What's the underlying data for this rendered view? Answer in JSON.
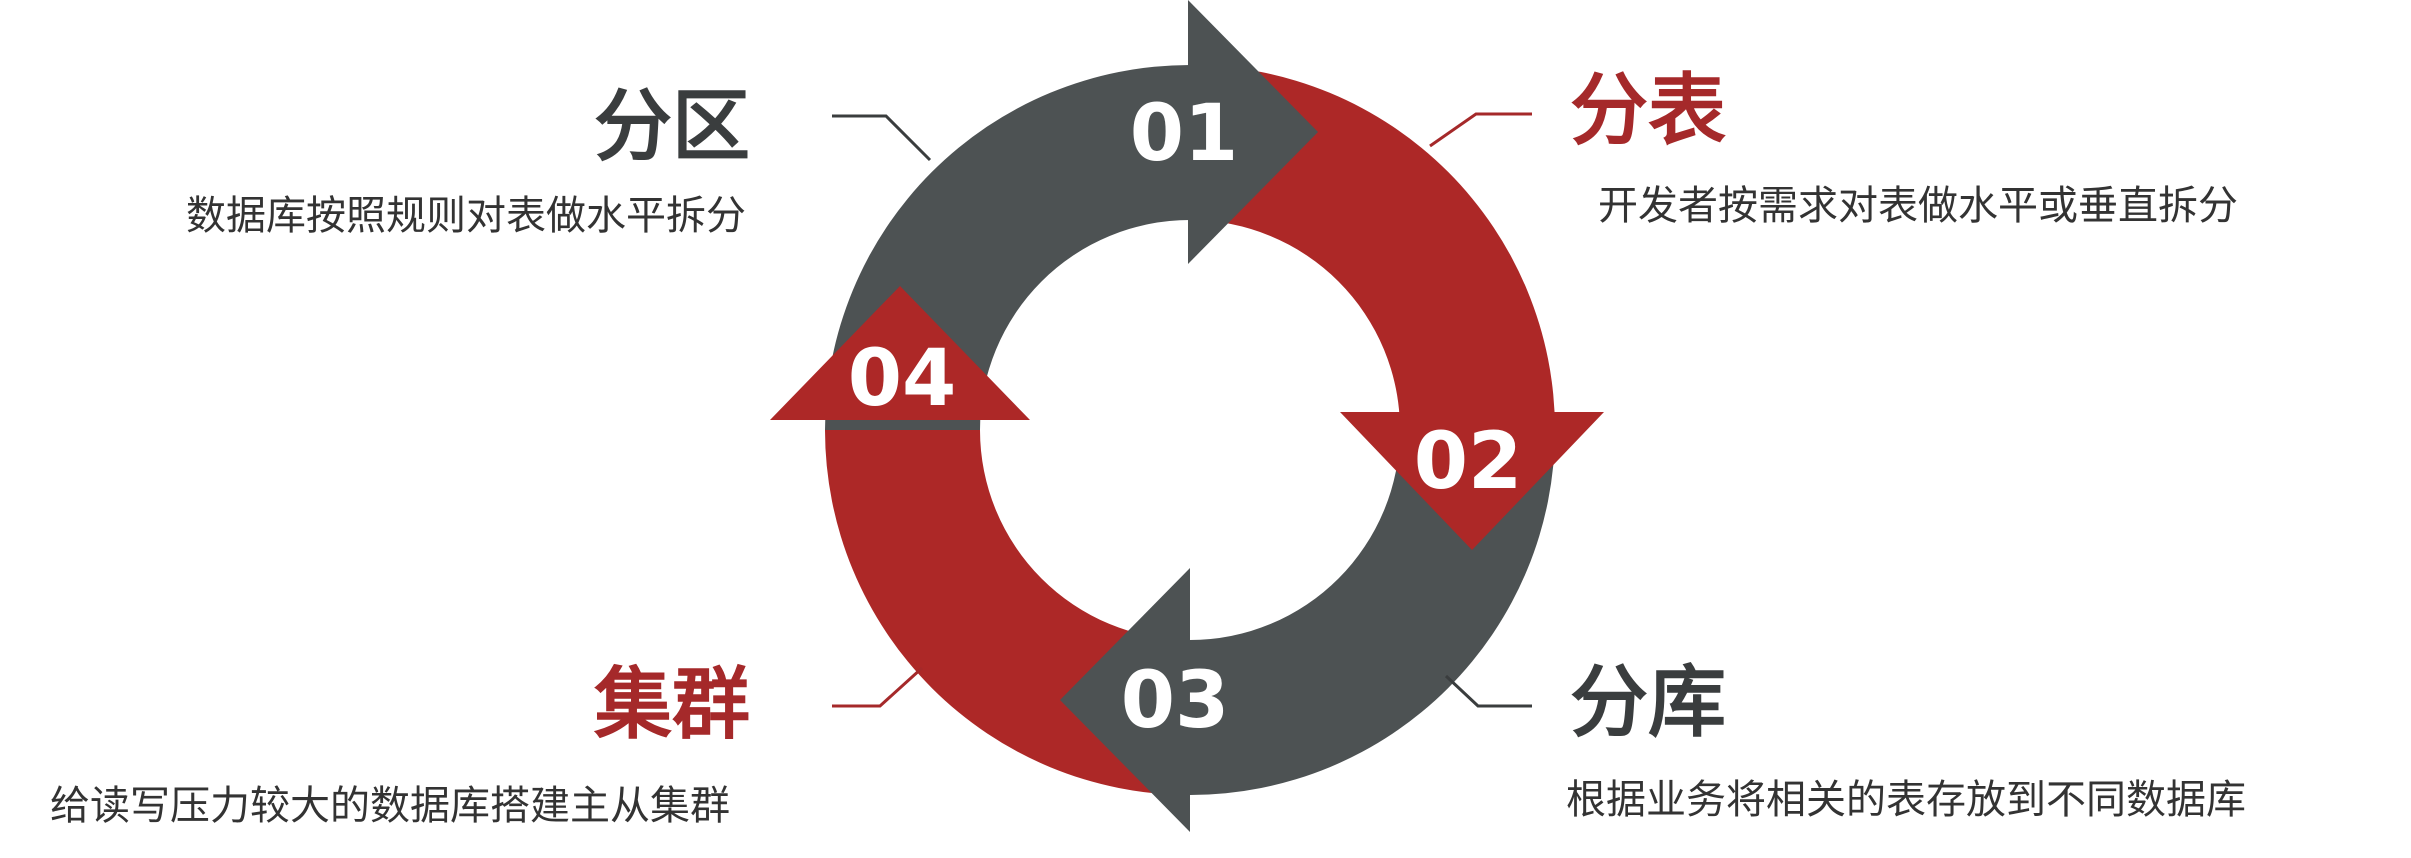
{
  "colors": {
    "red": "#ad2827",
    "dark": "#4d5253",
    "title_dark": "#3a3d3e",
    "title_red": "#a5292a",
    "text": "#333333"
  },
  "steps": [
    {
      "number": "01",
      "title": "分区",
      "desc": "数据库按照规则对表做水平拆分",
      "color": "dark"
    },
    {
      "number": "02",
      "title": "分表",
      "desc": "开发者按需求对表做水平或垂直拆分",
      "color": "red"
    },
    {
      "number": "03",
      "title": "分库",
      "desc": "根据业务将相关的表存放到不同数据库",
      "color": "dark"
    },
    {
      "number": "04",
      "title": "集群",
      "desc": "给读写压力较大的数据库搭建主从集群",
      "color": "red"
    }
  ]
}
